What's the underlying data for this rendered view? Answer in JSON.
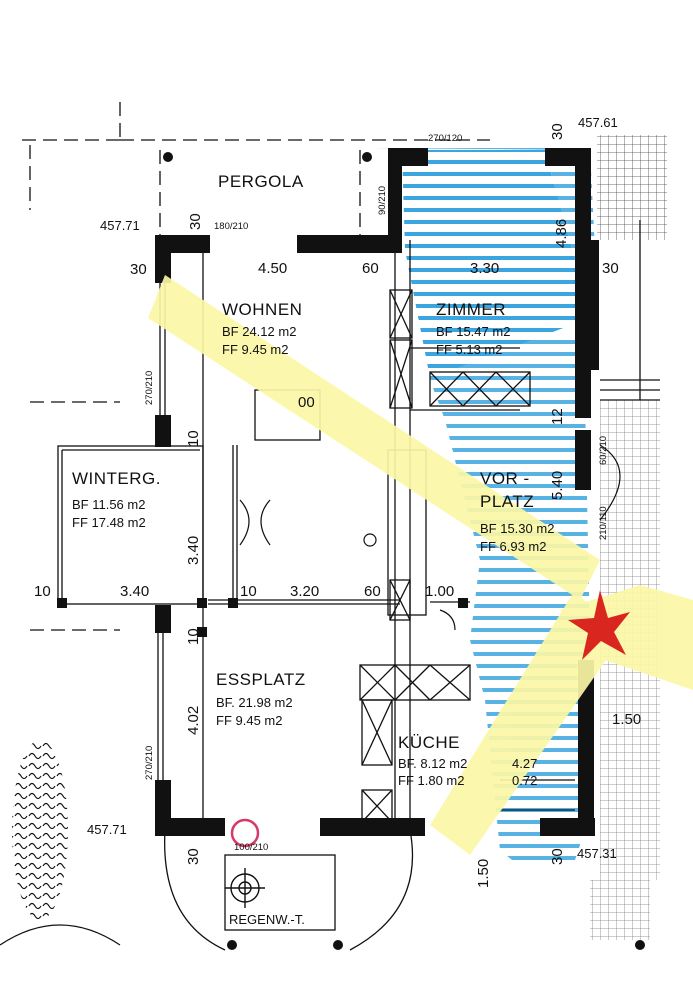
{
  "rooms": {
    "pergola": {
      "name": "PERGOLA"
    },
    "wohnen": {
      "name": "WOHNEN",
      "bf": "BF   24.12  m2",
      "ff": "FF     9.45  m2"
    },
    "zimmer": {
      "name": "ZIMMER",
      "bf": "BF   15.47 m2",
      "ff": "FF    5.13 m2"
    },
    "winterg": {
      "name": "WINTERG.",
      "bf": "BF   11.56  m2",
      "ff": "FF   17.48  m2"
    },
    "vorplatz": {
      "name_line1": "VOR -",
      "name_line2": "PLATZ",
      "bf": "BF   15.30 m2",
      "ff": "FF    6.93 m2"
    },
    "essplatz": {
      "name": "ESSPLATZ",
      "bf": "BF.   21.98 m2",
      "ff": "FF     9.45 m2"
    },
    "kueche": {
      "name": "KÜCHE",
      "bf": "BF.  8.12 m2",
      "ff": "FF   1.80 m2"
    },
    "side": {
      "bf": "4.27",
      "ff": "0.72"
    }
  },
  "levels": {
    "top_left": "457.71",
    "top_right": "457.61",
    "bottom_left": "457.71",
    "bottom_right": "457.31"
  },
  "openings": {
    "top_zimmer": "270/120",
    "wohnen_top": "180/210",
    "left_wall": "270/210",
    "lower_left_wall": "270/210",
    "bottom_door": "100/210",
    "zimmer_left": "90/210",
    "vorplatz_right": "60/210",
    "vorplatz_door": "210/110"
  },
  "dimensions": {
    "wohnen_width": "4.50",
    "wall_60_top": "60",
    "zimmer_width": "3.30",
    "wall_30_tl": "30",
    "wall_30_top": "30",
    "wall_30_right": "30",
    "zimmer_height": "4.86",
    "wall_12": "12",
    "v_540": "5.40",
    "v_10_left": "10",
    "winterg_width": "3.40",
    "winterg_height": "3.40",
    "wall_10_a": "10",
    "wall_10_b": "10",
    "essplatz_width": "3.20",
    "wall_60_mid": "60",
    "width_100": "1.00",
    "v_10_lower": "10",
    "essplatz_height": "4.02",
    "right_150": "1.50",
    "bottom_30_left": "30",
    "bottom_30_right": "30",
    "bottom_150": "1.50",
    "wohnen_inner": "00"
  },
  "labels": {
    "rain_tank": "REGENW.-T."
  },
  "colors": {
    "hatch_blue": "#3aa5de",
    "highlight_yellow": "#fbf7a6",
    "marker_red": "#d9271f",
    "circle_pink": "#d63a66"
  }
}
